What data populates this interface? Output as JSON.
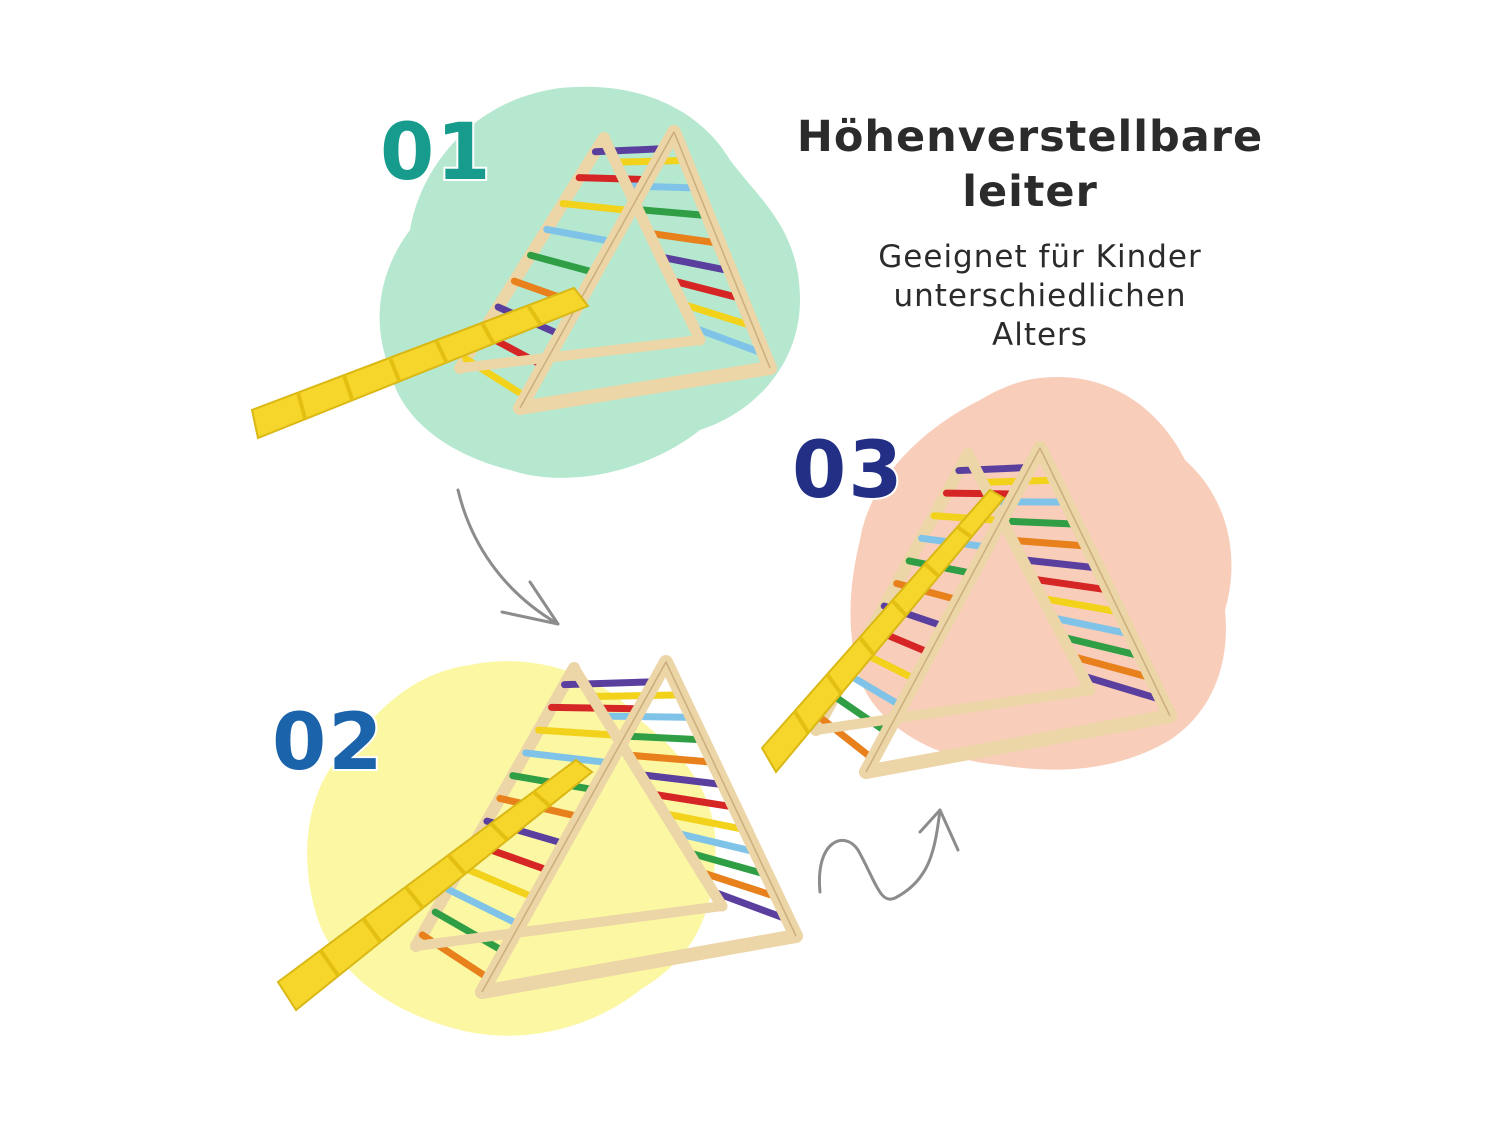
{
  "headline": {
    "line1": "Höhenverstellbare",
    "line2": "leiter"
  },
  "subline": {
    "line1": "Geeignet für Kinder",
    "line2": "unterschiedlichen",
    "line3": "Alters"
  },
  "steps": [
    {
      "number": "01",
      "color": "#169b8c",
      "blob_color": "#b5e8cf"
    },
    {
      "number": "02",
      "color": "#1b63aa",
      "blob_color": "#fbf7a3"
    },
    {
      "number": "03",
      "color": "#222f85",
      "blob_color": "#f8cdb9"
    }
  ],
  "rung_colors": [
    "#5b3f9e",
    "#d52525",
    "#f2d21a",
    "#7fc4e8",
    "#2f9e45",
    "#e8801c"
  ],
  "ramp_color": "#f6d62a",
  "frame_color": "#ecd5a6",
  "arrow_color": "#8c8c8c",
  "icons": [
    "curved-arrow-icon",
    "wavy-arrow-icon"
  ]
}
